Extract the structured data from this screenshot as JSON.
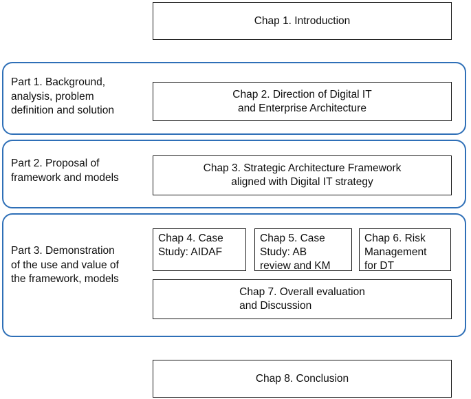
{
  "diagram": {
    "title": "Thesis chapter structure",
    "accent_color": "#2E6FB7",
    "box_border_color": "#161616",
    "background": "#ffffff"
  },
  "chapters": {
    "chap1": "Chap 1. Introduction",
    "chap2": "Chap 2. Direction of Digital IT\nand Enterprise Architecture",
    "chap3": "Chap 3. Strategic Architecture Framework\naligned with Digital IT  strategy",
    "chap4": "Chap 4. Case\nStudy: AIDAF",
    "chap5": "Chap 5. Case\nStudy: AB\nreview and KM",
    "chap6": "Chap 6. Risk\nManagement\nfor DT",
    "chap7": "Chap 7. Overall evaluation\nand Discussion",
    "chap8": "Chap 8. Conclusion"
  },
  "parts": {
    "part1": "Part 1. Background,\nanalysis, problem\ndefinition and solution",
    "part2": "Part 2. Proposal of\nframework and models",
    "part3": "Part 3. Demonstration\nof the use and value of\nthe framework, models"
  }
}
